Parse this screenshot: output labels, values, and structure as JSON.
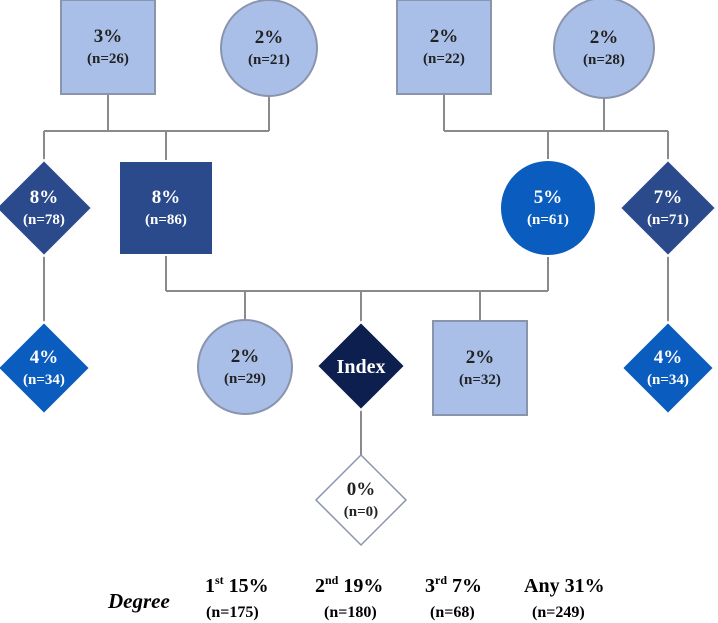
{
  "colors": {
    "line": "#8a8a8a",
    "light": "#a9bfe8",
    "light_stroke": "#8a94ad",
    "mid": "#0a5cbf",
    "dark": "#2b4a8c",
    "darkest": "#0c1f4f",
    "white": "#ffffff",
    "text_dark": "#222222",
    "text_light": "#ffffff"
  },
  "nodes": {
    "gp1": {
      "pct": "3%",
      "n": "(n=26)"
    },
    "gp2": {
      "pct": "2%",
      "n": "(n=21)"
    },
    "gp3": {
      "pct": "2%",
      "n": "(n=22)"
    },
    "gp4": {
      "pct": "2%",
      "n": "(n=28)"
    },
    "uncle_left": {
      "pct": "8%",
      "n": "(n=78)"
    },
    "father": {
      "pct": "8%",
      "n": "(n=86)"
    },
    "mother": {
      "pct": "5%",
      "n": "(n=61)"
    },
    "aunt_right": {
      "pct": "7%",
      "n": "(n=71)"
    },
    "cousin_left": {
      "pct": "4%",
      "n": "(n=34)"
    },
    "sister": {
      "pct": "2%",
      "n": "(n=29)"
    },
    "index": {
      "label": "Index"
    },
    "brother": {
      "pct": "2%",
      "n": "(n=32)"
    },
    "cousin_right": {
      "pct": "4%",
      "n": "(n=34)"
    },
    "child": {
      "pct": "0%",
      "n": "(n=0)"
    }
  },
  "legend": {
    "title": "Degree",
    "items": [
      {
        "num": "1",
        "sup": "st",
        "pct": "15%",
        "n": "(n=175)"
      },
      {
        "num": "2",
        "sup": "nd",
        "pct": "19%",
        "n": "(n=180)"
      },
      {
        "num": "3",
        "sup": "rd",
        "pct": "7%",
        "n": "(n=68)"
      },
      {
        "num": "Any",
        "sup": "",
        "pct": "31%",
        "n": "(n=249)"
      }
    ]
  }
}
